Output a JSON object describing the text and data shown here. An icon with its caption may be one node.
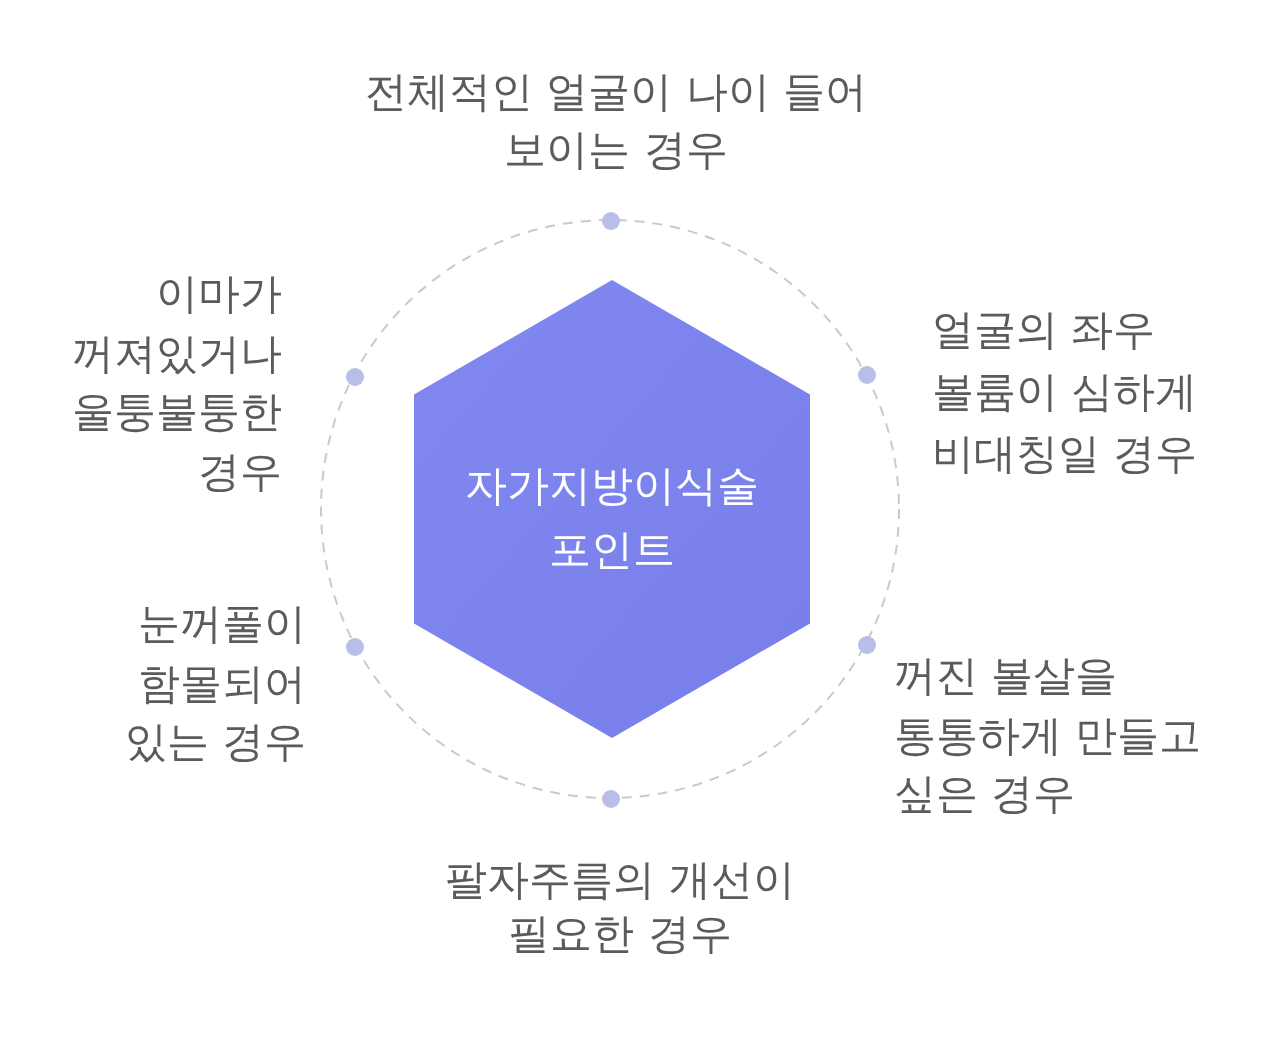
{
  "diagram": {
    "nodes": [
      {
        "text": [
          "자가지방이식술 포인트"
        ]
      }
    ],
    "labels": [
      "전체적인 얼굴이 나이 들어 보이는 경우",
      "이마가 꺼져있거나 울퉁불퉁한 경우",
      "얼굴의 좌우 볼륨이 심하게 비대칭일 경우",
      "눈꺼풀이 함몰되어 있는 경우",
      "꺼진 볼살을 통통하게 만들고 싶은 경우",
      "팔자주름의 개선이 필요한 경우"
    ]
  }
}
